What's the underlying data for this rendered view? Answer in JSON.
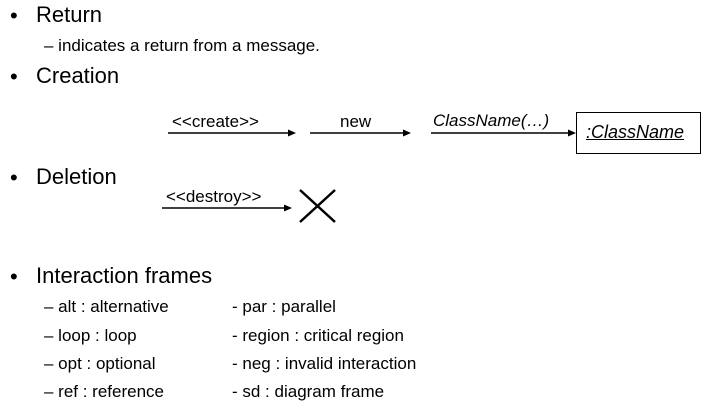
{
  "bullet_glyph": "•",
  "return": {
    "title": "Return",
    "description": "– indicates a return from a message."
  },
  "creation": {
    "title": "Creation",
    "msg_create": "<<create>>",
    "msg_new": "new",
    "msg_classname_call": "ClassName(…)",
    "object_label": ":ClassName"
  },
  "deletion": {
    "title": "Deletion",
    "msg_destroy": "<<destroy>>"
  },
  "interaction_frames": {
    "title": "Interaction frames",
    "left": [
      "– alt : alternative",
      "– loop : loop",
      "– opt : optional",
      "– ref : reference"
    ],
    "right": [
      "- par : parallel",
      "- region : critical region",
      "- neg : invalid interaction",
      "- sd : diagram frame"
    ]
  }
}
